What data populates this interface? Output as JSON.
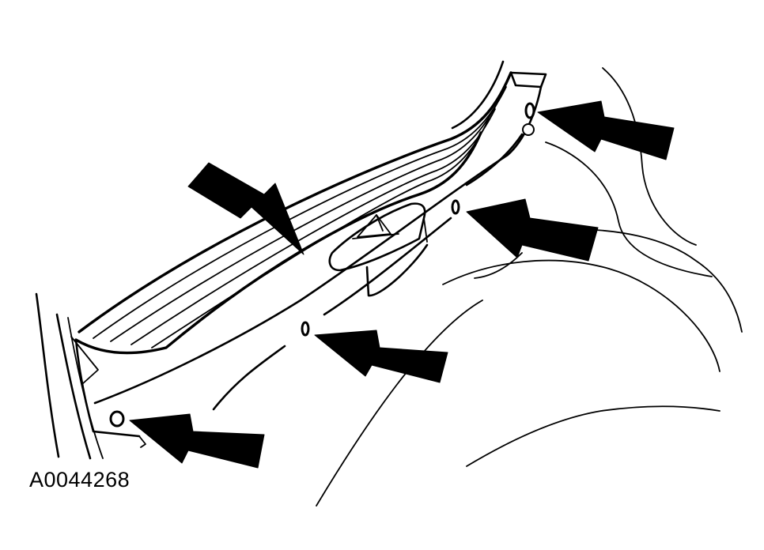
{
  "figure": {
    "id_label": "A0044268"
  },
  "callouts": [
    {
      "target": "upper-retainer"
    },
    {
      "target": "scuff-plate-edge"
    },
    {
      "target": "center-retainer"
    },
    {
      "target": "lower-center-retainer"
    },
    {
      "target": "lower-retainer"
    }
  ],
  "icons": {
    "arrow": "solid-arrow-pointer"
  },
  "colors": {
    "line": "#000000",
    "background": "#ffffff"
  }
}
